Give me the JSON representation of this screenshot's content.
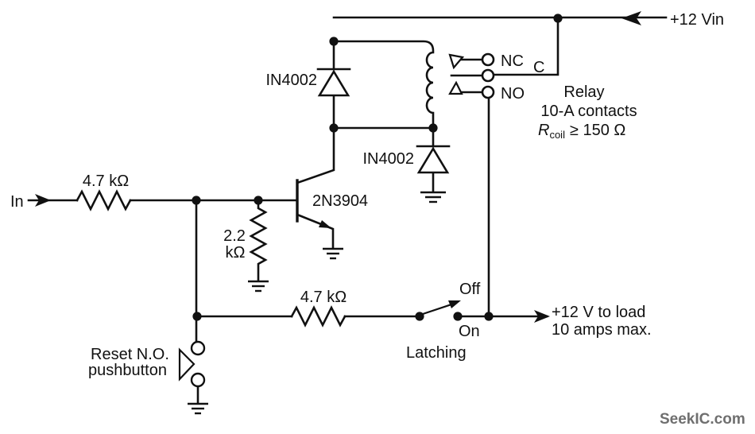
{
  "colors": {
    "ink": "#111111",
    "background": "#ffffff",
    "watermark": "#6f6f6f"
  },
  "labels": {
    "vin": "+12 Vin",
    "in": "In",
    "r1": "4.7 kΩ",
    "r2_top": "2.2",
    "r2_bottom": "kΩ",
    "r3": "4.7 kΩ",
    "d1": "IN4002",
    "d2": "IN4002",
    "q1": "2N3904",
    "relay": {
      "nc": "NC",
      "c": "C",
      "no": "NO",
      "name": "Relay",
      "contacts": "10-A contacts",
      "rcoil_symbol": "R",
      "rcoil_subscript": "coil",
      "rcoil_value": "≥ 150 Ω"
    },
    "switch": {
      "off": "Off",
      "on": "On",
      "type": "Latching"
    },
    "output_line1": "+12 V to load",
    "output_line2": "10 amps max.",
    "reset_line1": "Reset N.O.",
    "reset_line2": "pushbutton",
    "watermark": "SeekIC.com"
  }
}
